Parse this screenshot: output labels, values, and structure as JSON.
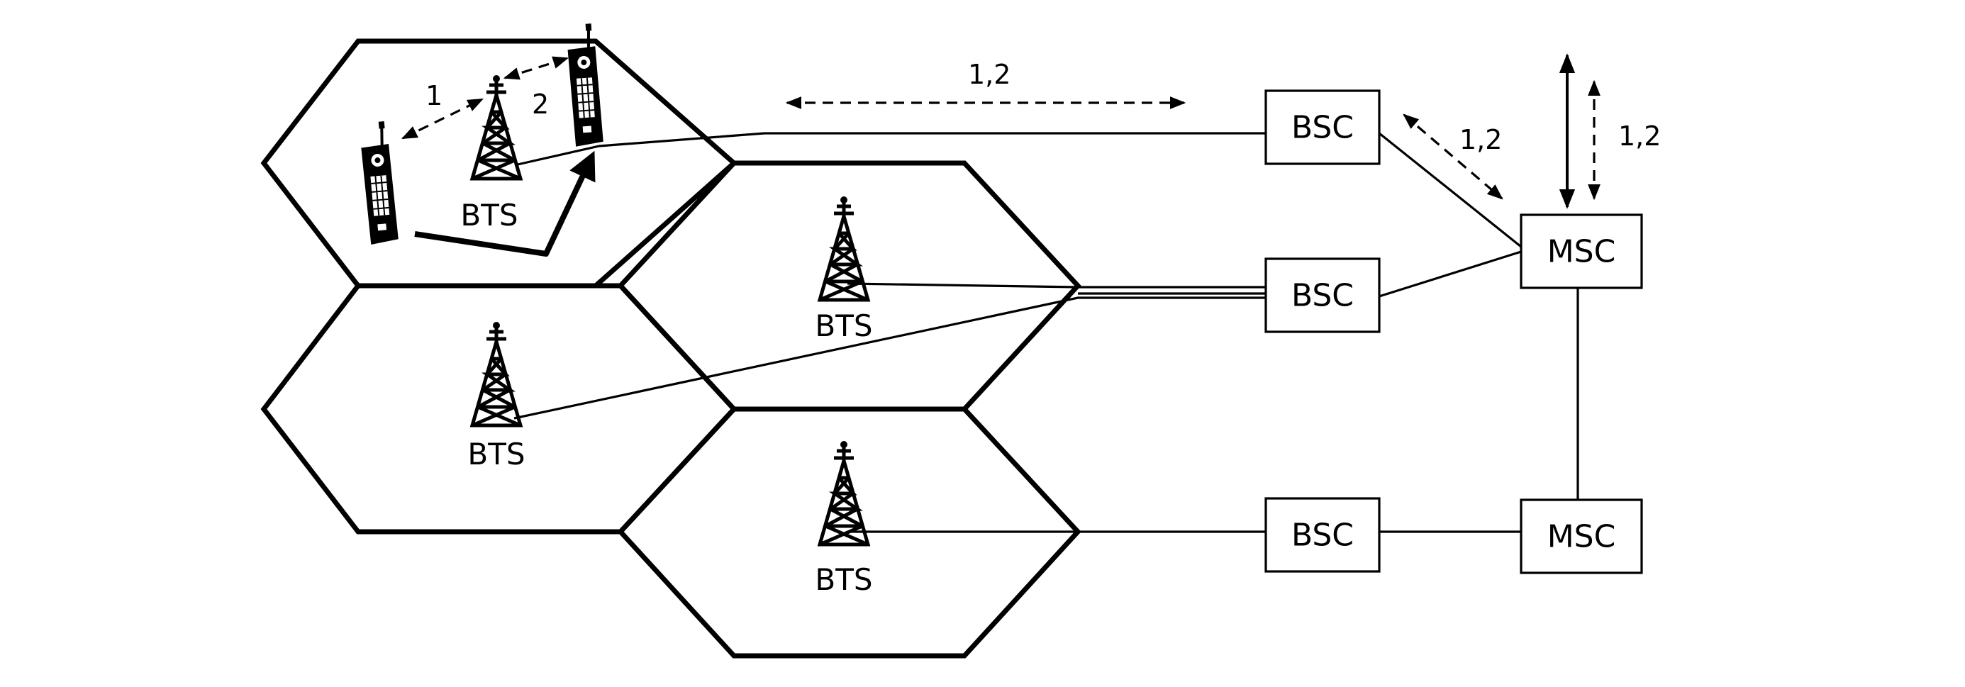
{
  "bts_label": "BTS",
  "bsc_label": "BSC",
  "msc_label": "MSC",
  "signal_labels": {
    "one": "1",
    "two": "2",
    "link_bts_bsc": "1,2",
    "link_bsc_msc": "1,2",
    "link_msc_up": "1,2"
  }
}
